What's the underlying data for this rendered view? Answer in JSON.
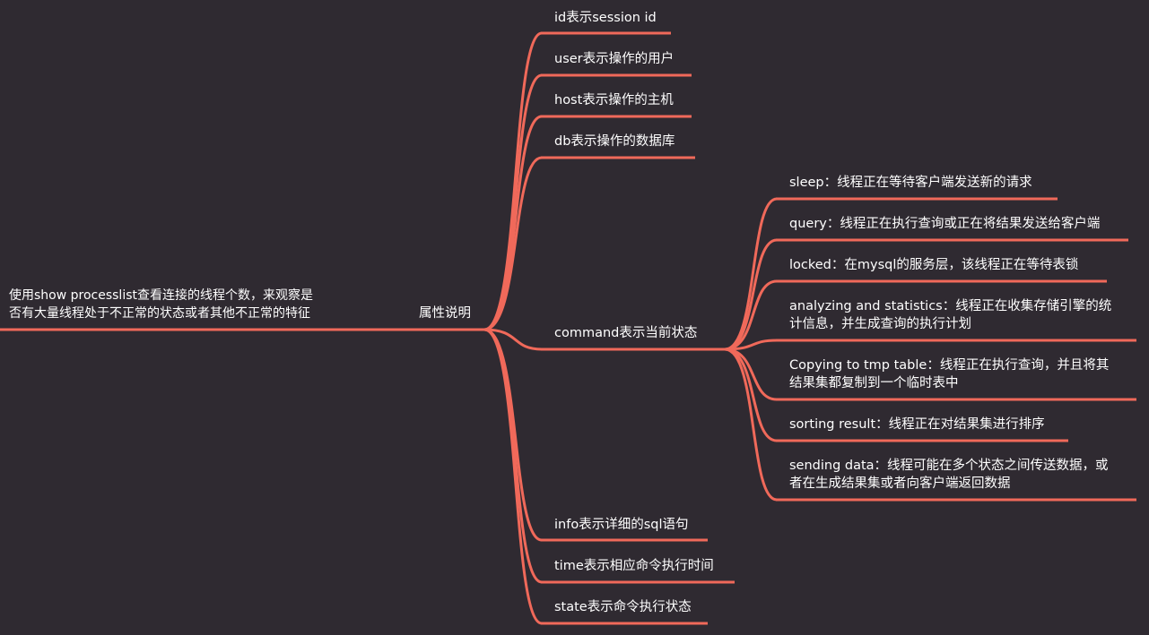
{
  "root": {
    "line1": "使用show processlist查看连接的线程个数，来观察是",
    "line2": "否有大量线程处于不正常的状态或者其他不正常的特征"
  },
  "group": {
    "label": "属性说明"
  },
  "attributes": [
    "id表示session id",
    "user表示操作的用户",
    "host表示操作的主机",
    "db表示操作的数据库",
    "command表示当前状态",
    "info表示详细的sql语句",
    "time表示相应命令执行时间",
    "state表示命令执行状态"
  ],
  "command_states": [
    {
      "lines": [
        "sleep：线程正在等待客户端发送新的请求"
      ]
    },
    {
      "lines": [
        "query：线程正在执行查询或正在将结果发送给客户端"
      ]
    },
    {
      "lines": [
        "locked：在mysql的服务层，该线程正在等待表锁"
      ]
    },
    {
      "lines": [
        "analyzing and statistics：线程正在收集存储引擎的统",
        "计信息，并生成查询的执行计划"
      ]
    },
    {
      "lines": [
        "Copying to tmp table：线程正在执行查询，并且将其",
        "结果集都复制到一个临时表中"
      ]
    },
    {
      "lines": [
        "sorting result：线程正在对结果集进行排序"
      ]
    },
    {
      "lines": [
        "sending data：线程可能在多个状态之间传送数据，或",
        "者在生成结果集或者向客户端返回数据"
      ]
    }
  ],
  "colors": {
    "background": "#2f2a31",
    "branch": "#f0695a",
    "text": "#ffffff"
  }
}
